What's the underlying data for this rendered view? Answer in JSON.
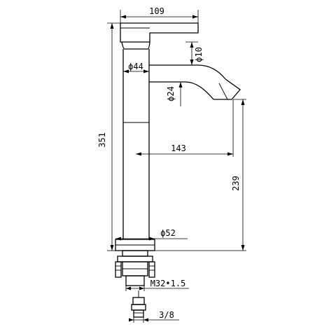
{
  "dimensions": {
    "overall_width": "109",
    "spout_tip_dia": "ϕ10",
    "body_dia": "ϕ44",
    "spout_dia": "ϕ24",
    "reach": "143",
    "total_height": "351",
    "spout_height": "239",
    "base_dia": "ϕ52",
    "thread": "M32•1.5",
    "hose_thread": "3/8"
  },
  "colors": {
    "line": "#000000",
    "background": "#ffffff"
  }
}
